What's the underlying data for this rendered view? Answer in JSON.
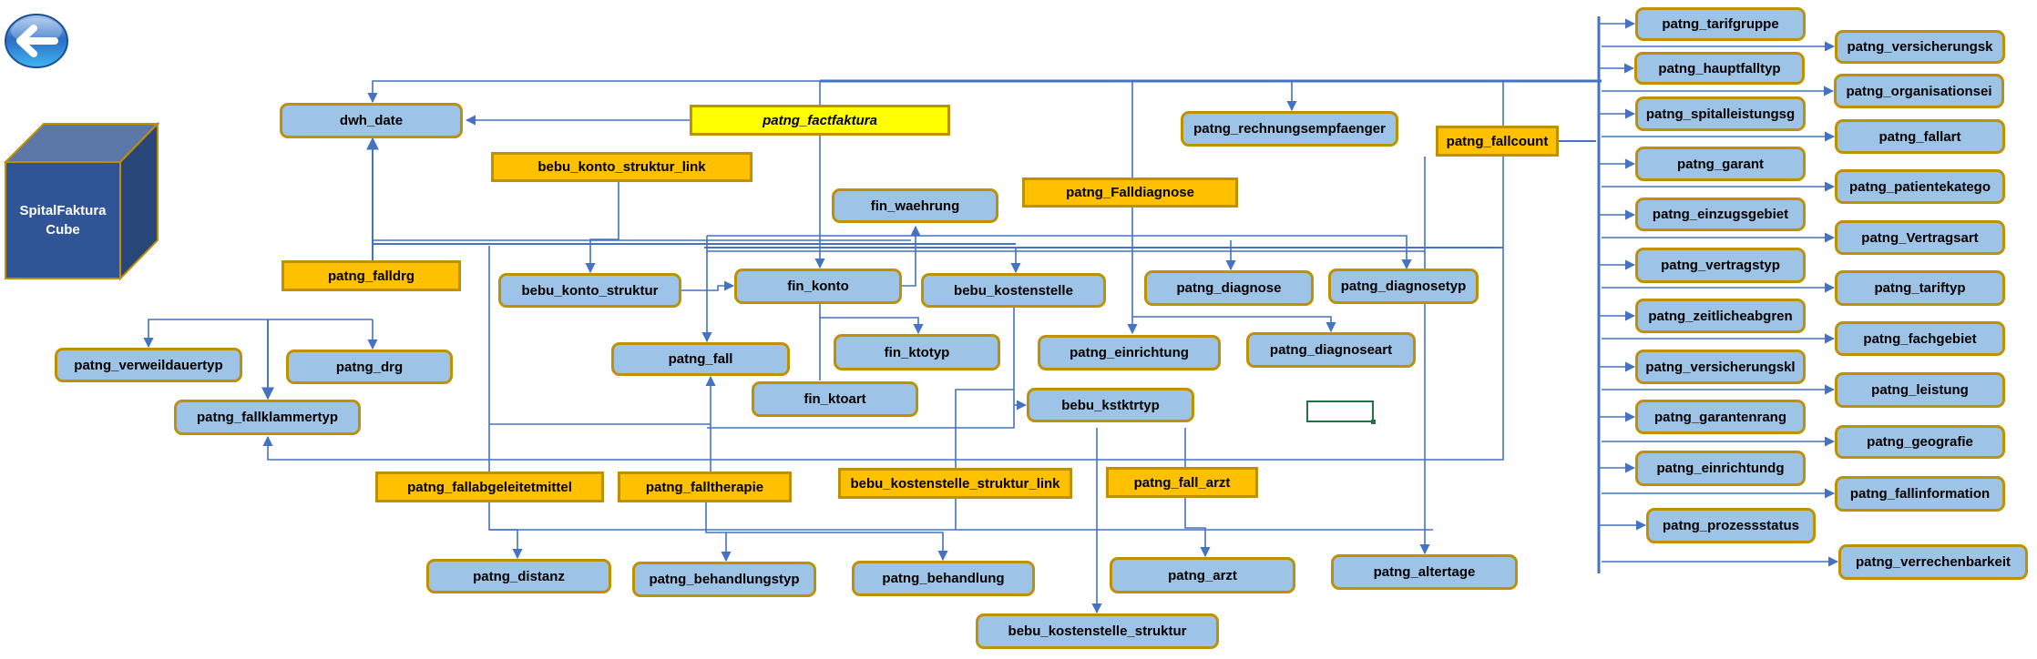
{
  "navigation": {
    "back_icon": "back-arrow-icon",
    "back_label": "Back"
  },
  "cube": {
    "title": "SpitalFaktura\nCube",
    "icon": "cube-icon"
  },
  "colors": {
    "dimension_fill": "#9dc3e6",
    "bridge_fill": "#ffc000",
    "fact_fill": "#ffff00",
    "border": "#bf9000",
    "connector": "#4472c4",
    "cube_front": "#2f5597",
    "selection": "#217346"
  },
  "fact_table": {
    "name": "patng_factfaktura"
  },
  "bridge_tables": [
    {
      "id": "bebu_konto_struktur_link",
      "name": "bebu_konto_struktur_link"
    },
    {
      "id": "patng_falldrg",
      "name": "patng_falldrg"
    },
    {
      "id": "patng_Falldiagnose",
      "name": "patng_Falldiagnose"
    },
    {
      "id": "patng_fallcount",
      "name": "patng_fallcount"
    },
    {
      "id": "patng_fallabgeleitetmittel",
      "name": "patng_fallabgeleitetmittel"
    },
    {
      "id": "patng_falltherapie",
      "name": "patng_falltherapie"
    },
    {
      "id": "bebu_kostenstelle_struktur_link",
      "name": "bebu_kostenstelle_struktur_link"
    },
    {
      "id": "patng_fall_arzt",
      "name": "patng_fall_arzt"
    }
  ],
  "dimension_tables": [
    {
      "id": "dwh_date",
      "name": "dwh_date"
    },
    {
      "id": "patng_rechnungsempfaenger",
      "name": "patng_rechnungsempfaenger"
    },
    {
      "id": "fin_waehrung",
      "name": "fin_waehrung"
    },
    {
      "id": "bebu_konto_struktur",
      "name": "bebu_konto_struktur"
    },
    {
      "id": "fin_konto",
      "name": "fin_konto"
    },
    {
      "id": "bebu_kostenstelle",
      "name": "bebu_kostenstelle"
    },
    {
      "id": "patng_diagnose",
      "name": "patng_diagnose"
    },
    {
      "id": "patng_diagnosetyp",
      "name": "patng_diagnosetyp"
    },
    {
      "id": "patng_verweildauertyp",
      "name": "patng_verweildauertyp"
    },
    {
      "id": "patng_drg",
      "name": "patng_drg"
    },
    {
      "id": "patng_fall",
      "name": "patng_fall"
    },
    {
      "id": "fin_ktotyp",
      "name": "fin_ktotyp"
    },
    {
      "id": "patng_einrichtung",
      "name": "patng_einrichtung"
    },
    {
      "id": "patng_diagnoseart",
      "name": "patng_diagnoseart"
    },
    {
      "id": "fin_ktoart",
      "name": "fin_ktoart"
    },
    {
      "id": "bebu_kstktrtyp",
      "name": "bebu_kstktrtyp"
    },
    {
      "id": "patng_fallklammertyp",
      "name": "patng_fallklammertyp"
    },
    {
      "id": "patng_distanz",
      "name": "patng_distanz"
    },
    {
      "id": "patng_behandlungstyp",
      "name": "patng_behandlungstyp"
    },
    {
      "id": "patng_behandlung",
      "name": "patng_behandlung"
    },
    {
      "id": "patng_arzt",
      "name": "patng_arzt"
    },
    {
      "id": "patng_altertage",
      "name": "patng_altertage"
    },
    {
      "id": "bebu_kostenstelle_struktur",
      "name": "bebu_kostenstelle_struktur"
    },
    {
      "id": "patng_tarifgruppe",
      "name": "patng_tarifgruppe"
    },
    {
      "id": "patng_versicherungsk",
      "name": "patng_versicherungsk"
    },
    {
      "id": "patng_hauptfalltyp",
      "name": "patng_hauptfalltyp"
    },
    {
      "id": "patng_organisationsei",
      "name": "patng_organisationsei"
    },
    {
      "id": "patng_spitalleistungsg",
      "name": "patng_spitalleistungsg"
    },
    {
      "id": "patng_fallart",
      "name": "patng_fallart"
    },
    {
      "id": "patng_garant",
      "name": "patng_garant"
    },
    {
      "id": "patng_patientekatego",
      "name": "patng_patientekatego"
    },
    {
      "id": "patng_einzugsgebiet",
      "name": "patng_einzugsgebiet"
    },
    {
      "id": "patng_Vertragsart",
      "name": "patng_Vertragsart"
    },
    {
      "id": "patng_vertragstyp",
      "name": "patng_vertragstyp"
    },
    {
      "id": "patng_tariftyp",
      "name": "patng_tariftyp"
    },
    {
      "id": "patng_zeitlicheabgren",
      "name": "patng_zeitlicheabgren"
    },
    {
      "id": "patng_fachgebiet",
      "name": "patng_fachgebiet"
    },
    {
      "id": "patng_versicherungskl",
      "name": "patng_versicherungskl"
    },
    {
      "id": "patng_leistung",
      "name": "patng_leistung"
    },
    {
      "id": "patng_garantenrang",
      "name": "patng_garantenrang"
    },
    {
      "id": "patng_geografie",
      "name": "patng_geografie"
    },
    {
      "id": "patng_einrichtundg",
      "name": "patng_einrichtundg"
    },
    {
      "id": "patng_fallinformation",
      "name": "patng_fallinformation"
    },
    {
      "id": "patng_prozessstatus",
      "name": "patng_prozessstatus"
    },
    {
      "id": "patng_verrechenbarkeit",
      "name": "patng_verrechenbarkeit"
    }
  ],
  "relationships": [
    {
      "from": "patng_factfaktura",
      "to": "dwh_date"
    },
    {
      "from": "patng_factfaktura",
      "to": "fin_konto"
    },
    {
      "from": "patng_factfaktura",
      "to": "patng_rechnungsempfaenger"
    },
    {
      "from": "patng_factfaktura",
      "to": "bebu_kostenstelle"
    },
    {
      "from": "patng_factfaktura",
      "to": "patng_fall"
    },
    {
      "from": "patng_fallcount",
      "to": "patng_tarifgruppe"
    },
    {
      "from": "patng_fallcount",
      "to": "patng_versicherungsk"
    },
    {
      "from": "patng_fallcount",
      "to": "patng_hauptfalltyp"
    },
    {
      "from": "patng_fallcount",
      "to": "patng_organisationsei"
    },
    {
      "from": "patng_fallcount",
      "to": "patng_spitalleistungsg"
    },
    {
      "from": "patng_fallcount",
      "to": "patng_fallart"
    },
    {
      "from": "patng_fallcount",
      "to": "patng_garant"
    },
    {
      "from": "patng_fallcount",
      "to": "patng_patientekatego"
    },
    {
      "from": "patng_fallcount",
      "to": "patng_einzugsgebiet"
    },
    {
      "from": "patng_fallcount",
      "to": "patng_Vertragsart"
    },
    {
      "from": "patng_fallcount",
      "to": "patng_vertragstyp"
    },
    {
      "from": "patng_fallcount",
      "to": "patng_tariftyp"
    },
    {
      "from": "patng_fallcount",
      "to": "patng_zeitlicheabgren"
    },
    {
      "from": "patng_fallcount",
      "to": "patng_fachgebiet"
    },
    {
      "from": "patng_fallcount",
      "to": "patng_versicherungskl"
    },
    {
      "from": "patng_fallcount",
      "to": "patng_leistung"
    },
    {
      "from": "patng_fallcount",
      "to": "patng_garantenrang"
    },
    {
      "from": "patng_fallcount",
      "to": "patng_geografie"
    },
    {
      "from": "patng_fallcount",
      "to": "patng_einrichtundg"
    },
    {
      "from": "patng_fallcount",
      "to": "patng_fallinformation"
    },
    {
      "from": "patng_fallcount",
      "to": "patng_prozessstatus"
    },
    {
      "from": "patng_fallcount",
      "to": "patng_verrechenbarkeit"
    },
    {
      "from": "patng_fallcount",
      "to": "patng_altertage"
    },
    {
      "from": "patng_falldrg",
      "to": "patng_verweildauertyp"
    },
    {
      "from": "patng_falldrg",
      "to": "patng_drg"
    },
    {
      "from": "patng_falldrg",
      "to": "patng_fallklammertyp"
    },
    {
      "from": "patng_falldrg",
      "to": "dwh_date"
    },
    {
      "from": "bebu_konto_struktur_link",
      "to": "bebu_konto_struktur"
    },
    {
      "from": "bebu_konto_struktur",
      "to": "fin_konto"
    },
    {
      "from": "fin_konto",
      "to": "fin_waehrung"
    },
    {
      "from": "fin_konto",
      "to": "fin_ktotyp"
    },
    {
      "from": "fin_konto",
      "to": "fin_ktoart"
    },
    {
      "from": "patng_Falldiagnose",
      "to": "patng_diagnose"
    },
    {
      "from": "patng_Falldiagnose",
      "to": "patng_diagnosetyp"
    },
    {
      "from": "patng_Falldiagnose",
      "to": "patng_einrichtung"
    },
    {
      "from": "patng_Falldiagnose",
      "to": "patng_diagnoseart"
    },
    {
      "from": "bebu_kostenstelle",
      "to": "bebu_kstktrtyp"
    },
    {
      "from": "bebu_kostenstelle_struktur_link",
      "to": "bebu_kostenstelle"
    },
    {
      "from": "bebu_kostenstelle_struktur_link",
      "to": "bebu_kostenstelle_struktur"
    },
    {
      "from": "patng_fallabgeleitetmittel",
      "to": "patng_distanz"
    },
    {
      "from": "patng_fallabgeleitetmittel",
      "to": "patng_fallklammertyp"
    },
    {
      "from": "patng_falltherapie",
      "to": "patng_fall"
    },
    {
      "from": "patng_falltherapie",
      "to": "patng_behandlungstyp"
    },
    {
      "from": "patng_falltherapie",
      "to": "patng_behandlung"
    },
    {
      "from": "patng_fall_arzt",
      "to": "patng_arzt"
    }
  ]
}
